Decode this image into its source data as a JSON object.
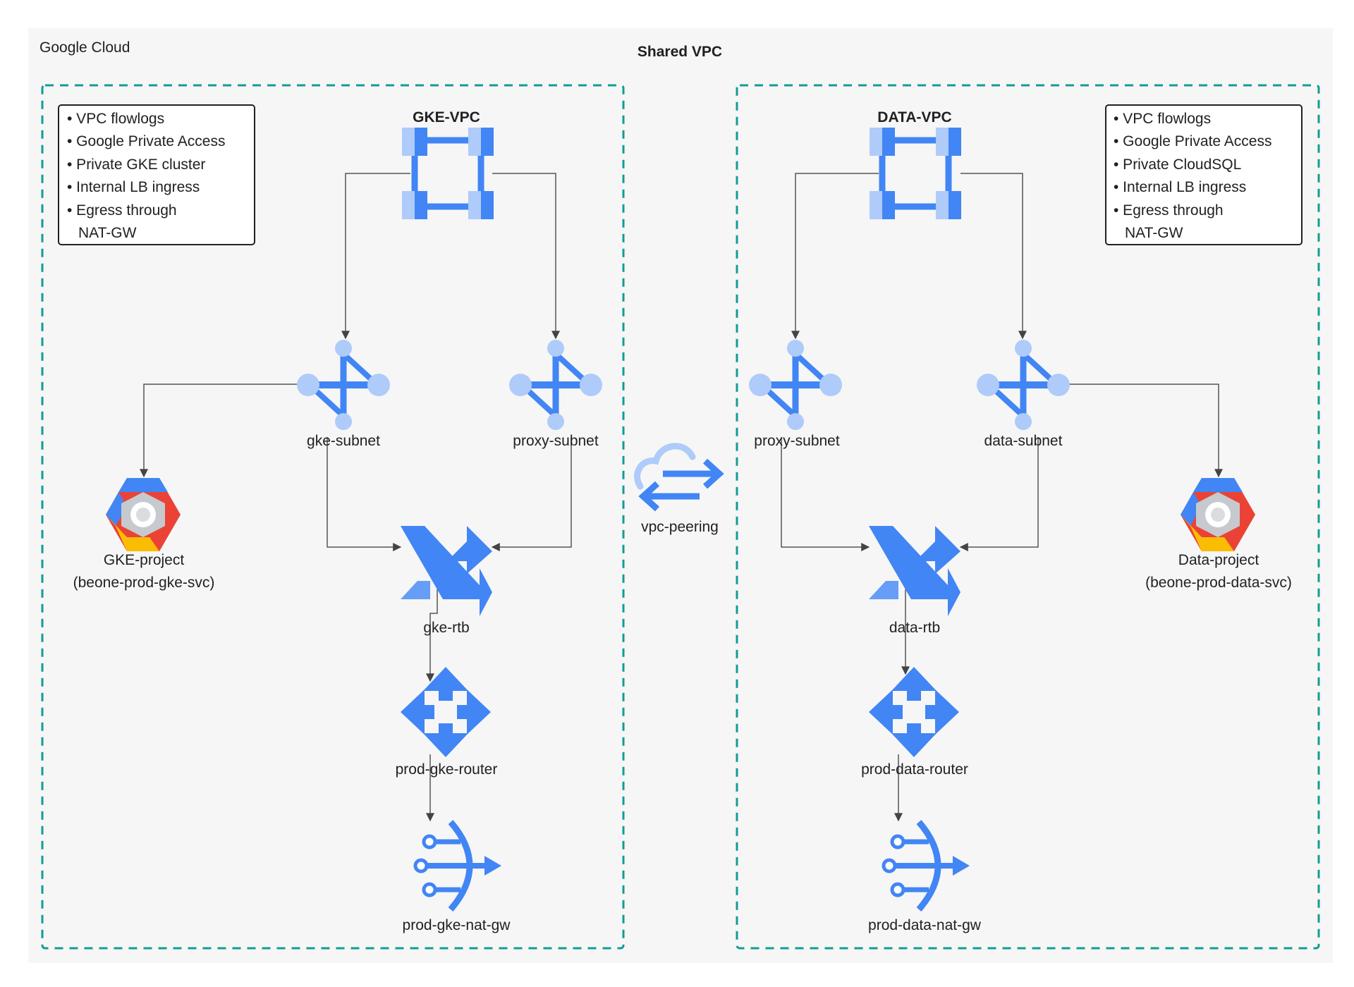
{
  "diagram": {
    "title": "Shared VPC",
    "logo_text": "Google Cloud",
    "colors": {
      "boundary": "#129c95",
      "background": "#f6f6f6",
      "primary": "#4285f4",
      "light": "#aecbfa",
      "edge": "#555555"
    },
    "left": {
      "vpc": "GKE-VPC",
      "notes": [
        "• VPC flowlogs",
        "• Google Private Access",
        "• Private GKE cluster",
        "• Internal LB ingress",
        "• Egress through",
        "NAT-GW"
      ],
      "subnet_a": "gke-subnet",
      "subnet_b": "proxy-subnet",
      "project_line1": "GKE-project",
      "project_line2": "(beone-prod-gke-svc)",
      "rtb": "gke-rtb",
      "router": "prod-gke-router",
      "natgw": "prod-gke-nat-gw"
    },
    "peering": "vpc-peering",
    "right": {
      "vpc": "DATA-VPC",
      "notes": [
        "• VPC flowlogs",
        "• Google Private Access",
        "• Private CloudSQL",
        "• Internal LB ingress",
        "• Egress through",
        "NAT-GW"
      ],
      "subnet_a": "proxy-subnet",
      "subnet_b": "data-subnet",
      "project_line1": "Data-project",
      "project_line2": "(beone-prod-data-svc)",
      "rtb": "data-rtb",
      "router": "prod-data-router",
      "natgw": "prod-data-nat-gw"
    }
  }
}
